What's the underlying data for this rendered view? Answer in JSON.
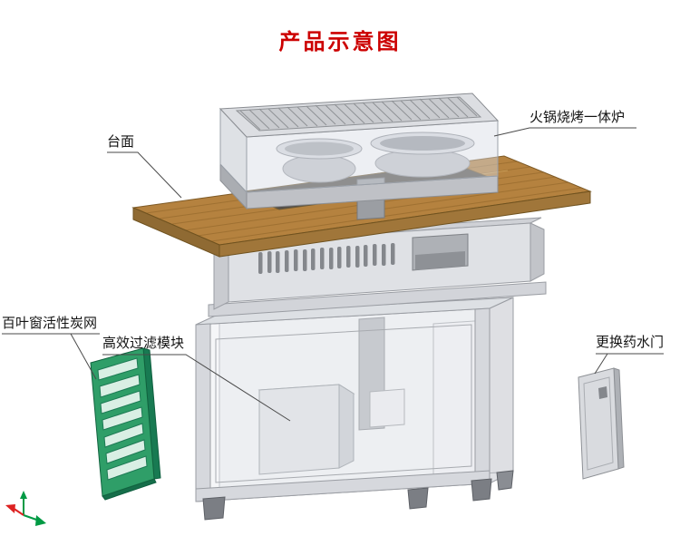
{
  "title": "产品示意图",
  "callouts": {
    "stove": "火锅烧烤一体炉",
    "countertop": "台面",
    "carbon_mesh": "百叶窗活性炭网",
    "filter_module": "高效过滤模块",
    "liquid_door": "更换药水门"
  },
  "colors": {
    "title_red": "#cc0000",
    "countertop_wood": "#b5823f",
    "carbon_panel_green": "#2f9e68",
    "cabinet_metal": "#dfe2e7",
    "leader_line": "#4a4a4a",
    "origin_axis_green": "#009a44",
    "origin_axis_red": "#dd2222"
  },
  "icons": {
    "origin_triad": "origin-axis-triad"
  }
}
